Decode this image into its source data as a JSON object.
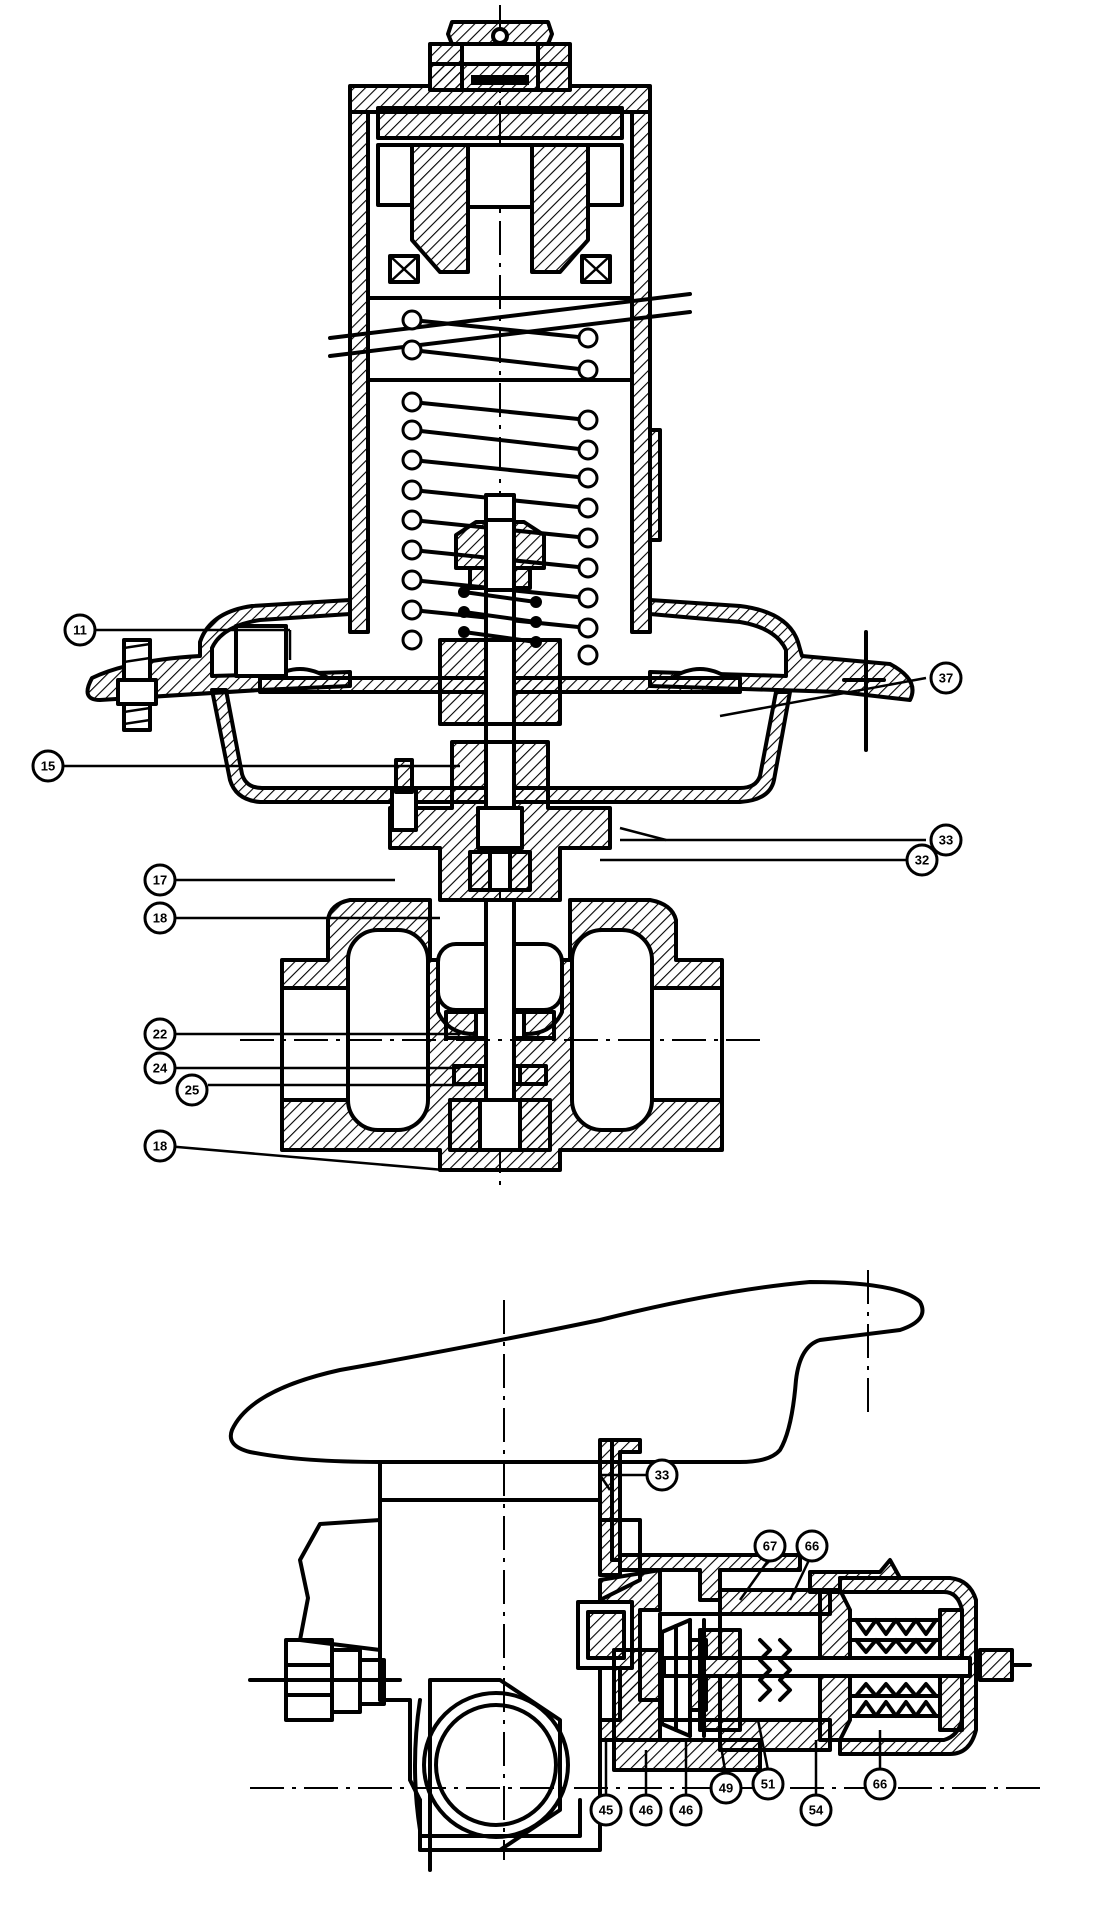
{
  "callouts": {
    "c11": "11",
    "c15": "15",
    "c17": "17",
    "c18a": "18",
    "c22": "22",
    "c24": "24",
    "c25": "25",
    "c18b": "18",
    "c37": "37",
    "c33a": "33",
    "c32": "32",
    "c33b": "33",
    "c67": "67",
    "c66a": "66",
    "c45": "45",
    "c46a": "46",
    "c46b": "46",
    "c49": "49",
    "c51": "51",
    "c54": "54",
    "c66b": "66"
  }
}
